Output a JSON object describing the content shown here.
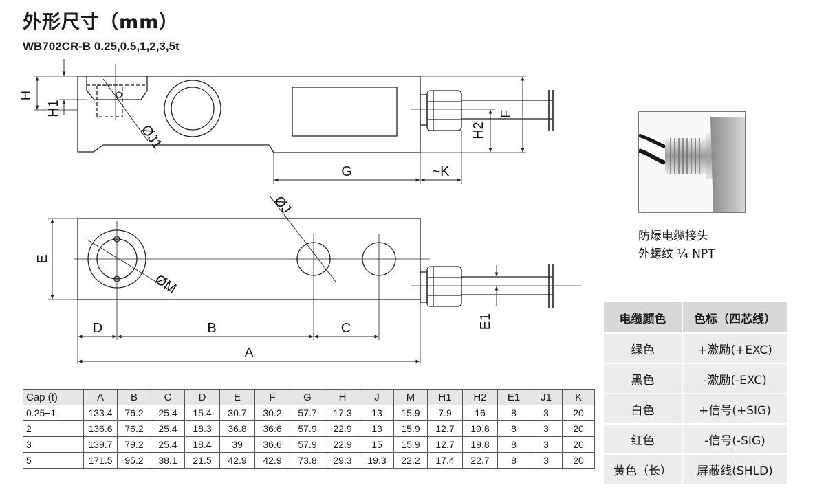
{
  "title": "外形尺寸（mm）",
  "model": "WB702CR-B 0.25,0.5,1,2,3,5t",
  "dimension_labels": {
    "H": "H",
    "H1": "H1",
    "J1": "ØJ1",
    "G": "G",
    "K": "~K",
    "H2": "H2",
    "F": "F",
    "J": "ØJ",
    "E": "E",
    "M": "ØM",
    "D": "D",
    "B": "B",
    "C": "C",
    "A": "A",
    "E1": "E1"
  },
  "photo_caption": {
    "line1": "防爆电缆接头",
    "line2": "外螺纹 ¼ NPT"
  },
  "dimensions_table": {
    "headers": [
      "Cap (t)",
      "A",
      "B",
      "C",
      "D",
      "E",
      "F",
      "G",
      "H",
      "J",
      "M",
      "H1",
      "H2",
      "E1",
      "J1",
      "K"
    ],
    "rows": [
      [
        "0.25−1",
        "133.4",
        "76.2",
        "25.4",
        "15.4",
        "30.7",
        "30.2",
        "57.7",
        "17.3",
        "13",
        "15.9",
        "7.9",
        "16",
        "8",
        "3",
        "20"
      ],
      [
        "2",
        "136.6",
        "76.2",
        "25.4",
        "18.3",
        "36.8",
        "36.6",
        "57.9",
        "22.9",
        "13",
        "15.9",
        "12.7",
        "19.8",
        "8",
        "3",
        "20"
      ],
      [
        "3",
        "139.7",
        "79.2",
        "25.4",
        "18.4",
        "39",
        "36.6",
        "57.9",
        "22.9",
        "15",
        "15.9",
        "12.7",
        "19.8",
        "8",
        "3",
        "20"
      ],
      [
        "5",
        "171.5",
        "95.2",
        "38.1",
        "21.5",
        "42.9",
        "42.9",
        "73.8",
        "29.3",
        "19.3",
        "22.2",
        "17.4",
        "22.7",
        "8",
        "3",
        "20"
      ]
    ]
  },
  "wiring_table": {
    "headers": [
      "电缆颜色",
      "色标（四芯线）"
    ],
    "rows": [
      [
        "绿色",
        "+激励(+EXC)"
      ],
      [
        "黑色",
        "-激励(-EXC)"
      ],
      [
        "白色",
        "+信号(+SIG)"
      ],
      [
        "红色",
        "-信号(-SIG)"
      ],
      [
        "黄色（长）",
        "屏蔽线(SHLD)"
      ]
    ]
  }
}
